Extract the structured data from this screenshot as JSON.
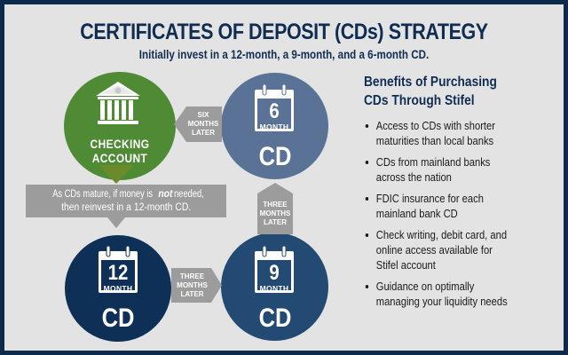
{
  "header": {
    "title": "CERTIFICATES OF DEPOSIT (CDs) STRATEGY",
    "subtitle": "Initially invest in a 12-month, a 9-month, and a 6-month CD."
  },
  "diagram": {
    "checking": {
      "icon": "bank-building-icon",
      "line1": "CHECKING",
      "line2": "ACCOUNT",
      "color": "#4f8a35"
    },
    "cds": [
      {
        "id": "six",
        "number": "6",
        "unit": "MONTH",
        "label": "CD",
        "color": "#5a7296"
      },
      {
        "id": "twelve",
        "number": "12",
        "unit": "MONTH",
        "label": "CD",
        "color": "#0e2f56"
      },
      {
        "id": "nine",
        "number": "9",
        "unit": "MONTH",
        "label": "CD",
        "color": "#234a72"
      }
    ],
    "arrows": {
      "six_to_checking": {
        "direction": "left",
        "lines": [
          "SIX",
          "MONTHS",
          "LATER"
        ]
      },
      "twelve_to_nine": {
        "direction": "right",
        "lines": [
          "THREE",
          "MONTHS",
          "LATER"
        ]
      },
      "nine_to_six": {
        "direction": "up",
        "lines": [
          "THREE",
          "MONTHS",
          "LATER"
        ]
      }
    },
    "banner": {
      "line1_before": "As CDs mature, if money is ",
      "line1_emphasis": "not",
      "line1_after": " needed,",
      "line2": "then reinvest in a 12-month CD."
    },
    "arrow_color": "#9c9c9c"
  },
  "benefits": {
    "title_line1": "Benefits of Purchasing",
    "title_line2": "CDs Through Stifel",
    "items": [
      {
        "line1": "Access to CDs with shorter",
        "line2": "maturities than local banks"
      },
      {
        "line1": "CDs from mainland banks",
        "line2": "across the nation"
      },
      {
        "line1": "FDIC insurance for each",
        "line2": "mainland bank CD"
      },
      {
        "line1": "Check writing, debit card, and",
        "line2": "online access available for",
        "line3": "Stifel account"
      },
      {
        "line1": "Guidance on optimally",
        "line2": "managing your liquidity needs"
      }
    ]
  },
  "colors": {
    "frame": "#0d2a4d",
    "background": "#e3e3e3",
    "title": "#0f2d52"
  }
}
